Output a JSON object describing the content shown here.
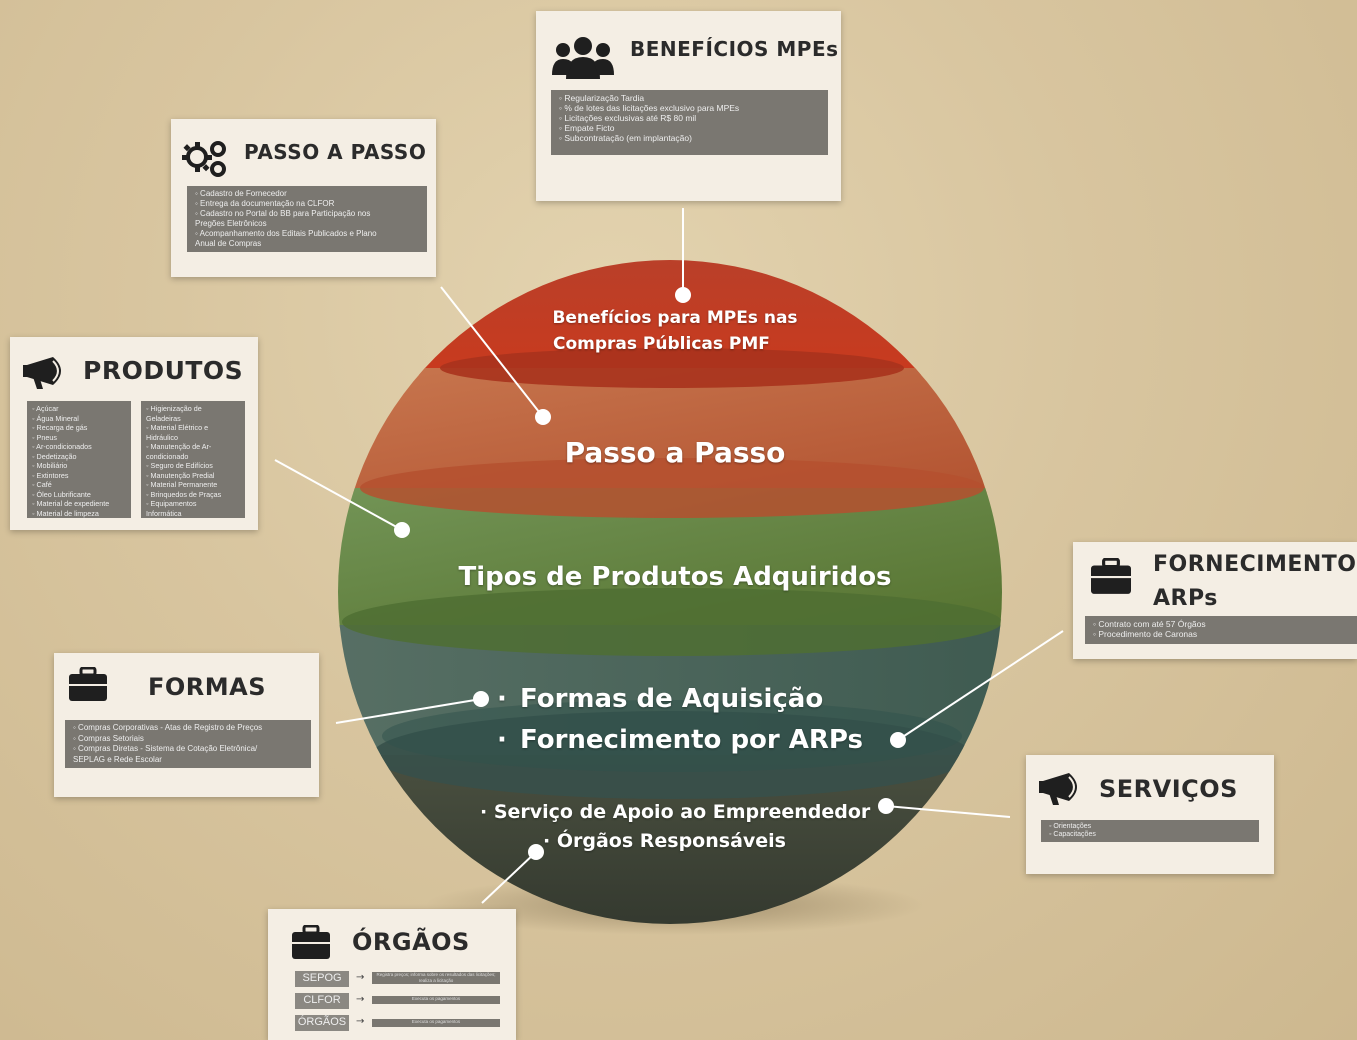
{
  "sphere": {
    "layer1_line1": "Benefícios para MPEs nas",
    "layer1_line2": "Compras Públicas PMF",
    "layer2": "Passo a Passo",
    "layer3": "Tipos de Produtos Adquiridos",
    "layer4_item1": "Formas de Aquisição",
    "layer4_item2": "Fornecimento por ARPs",
    "layer5_item1": "· Serviço de Apoio ao Empreendedor",
    "layer5_item2": "· Órgãos Responsáveis",
    "bullet": "·",
    "colors": {
      "red": "#c23a1f",
      "orange": "#c0633c",
      "green": "#5f7f3e",
      "teal": "#40564e",
      "dark": "#3e4437"
    }
  },
  "beneficios": {
    "title": "BENEFÍCIOS MPEs",
    "icon": "users-icon",
    "items": [
      "◦ Regularização Tardia",
      "◦ % de lotes das licitações exclusivo para MPEs",
      "◦ Licitações exclusivas até R$ 80 mil",
      "◦ Empate Ficto",
      "◦ Subcontratação (em implantação)"
    ]
  },
  "passo": {
    "title": "PASSO A PASSO",
    "icon": "gears-icon",
    "items": [
      "◦ Cadastro de Fornecedor",
      "◦ Entrega da documentação na CLFOR",
      "◦ Cadastro no Portal do BB para Participação nos",
      "   Pregões Eletrônicos",
      "◦ Acompanhamento dos Editais Publicados e Plano",
      "   Anual de Compras"
    ]
  },
  "produtos": {
    "title": "PRODUTOS",
    "icon": "megaphone-icon",
    "col1": [
      "◦ Açúcar",
      "◦ Água Mineral",
      "◦ Recarga de gás",
      "◦ Pneus",
      "◦ Ar-condicionados",
      "◦ Dedetização",
      "◦ Mobiliário",
      "◦ Extintores",
      "◦ Café",
      "◦ Óleo Lubrificante",
      "◦ Material de expediente",
      "◦ Material de limpeza"
    ],
    "col2": [
      "◦ Higienização de",
      "   Geladeiras",
      "◦ Material Elétrico e",
      "   Hidráulico",
      "◦ Manutenção de Ar-",
      "   condicionado",
      "◦ Seguro de Edifícios",
      "◦ Manutenção Predial",
      "◦ Material Permanente",
      "◦ Brinquedos de Praças",
      "◦ Equipamentos",
      "   Informática"
    ]
  },
  "formas": {
    "title": "FORMAS",
    "icon": "briefcase-icon",
    "items": [
      "◦ Compras Corporativas - Atas de Registro de Preços",
      "◦ Compras Setoriais",
      "◦ Compras Diretas - Sistema de Cotação Eletrônica/",
      "   SEPLAG e Rede Escolar"
    ]
  },
  "fornecimento": {
    "title_line1": "FORNECIMENTO",
    "title_line2": "ARPs",
    "icon": "briefcase-icon",
    "items": [
      "◦ Contrato com até 57 Órgãos",
      "◦ Procedimento de Caronas"
    ]
  },
  "servicos": {
    "title": "SERVIÇOS",
    "icon": "megaphone-icon",
    "items": [
      "◦ Orientações",
      "◦ Capacitações"
    ]
  },
  "orgaos": {
    "title": "ÓRGÃOS",
    "icon": "briefcase-icon",
    "arrow": "→",
    "rows": [
      {
        "tag": "SEPOG",
        "desc": "Registra preços; informa sobre os resultados das licitações; realiza a licitação"
      },
      {
        "tag": "CLFOR",
        "desc": "Executa os pagamentos"
      },
      {
        "tag": "ÓRGÃOS",
        "desc": "Executa os pagamentos"
      }
    ]
  }
}
